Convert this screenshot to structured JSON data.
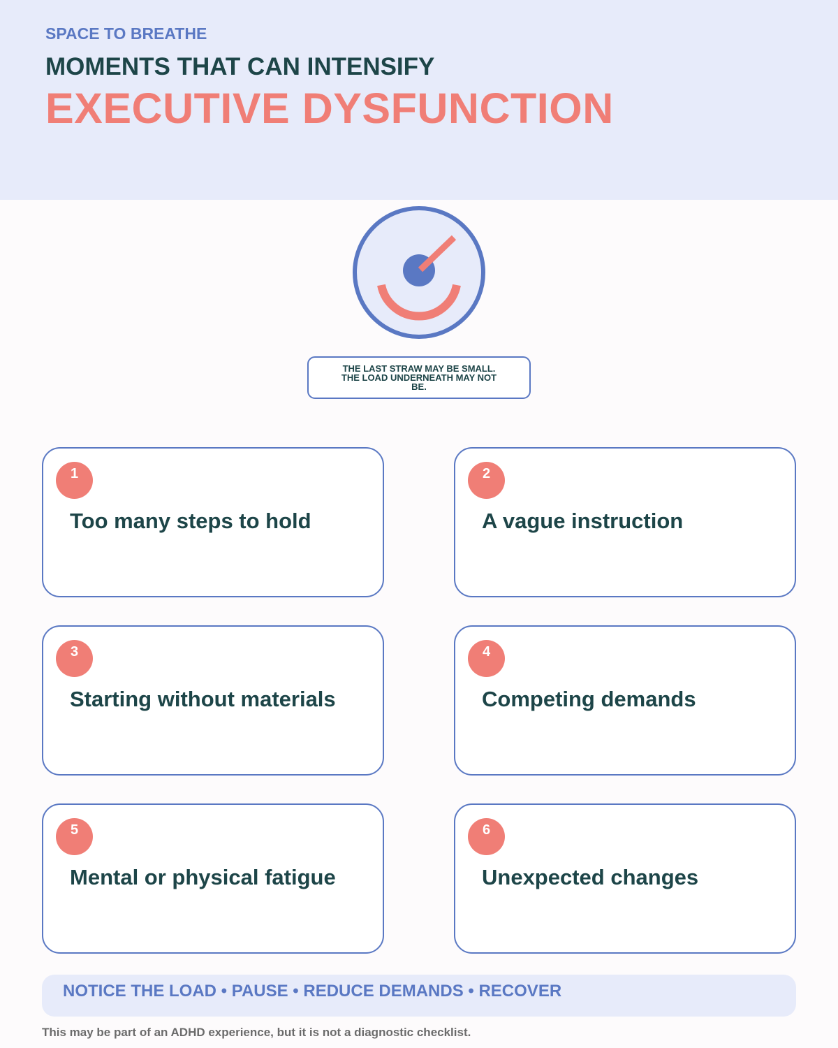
{
  "header": {
    "eyebrow": "SPACE TO BREATHE",
    "subtitle": "MOMENTS THAT CAN INTENSIFY",
    "title": "EXECUTIVE DYSFUNCTION"
  },
  "gauge": {
    "icon": "gauge-icon",
    "colors": {
      "ring": "#5a78c3",
      "fill": "#e7ebfa",
      "needle": "#f07e76",
      "hub": "#5a78c3"
    }
  },
  "callout": {
    "text": "THE LAST STRAW MAY BE SMALL. THE LOAD UNDERNEATH MAY NOT BE."
  },
  "cards": [
    {
      "number": "1",
      "label": "Too many steps to hold"
    },
    {
      "number": "2",
      "label": "A vague instruction"
    },
    {
      "number": "3",
      "label": "Starting without materials"
    },
    {
      "number": "4",
      "label": "Competing demands"
    },
    {
      "number": "5",
      "label": "Mental or physical fatigue"
    },
    {
      "number": "6",
      "label": "Unexpected changes"
    }
  ],
  "footer": {
    "steps": "NOTICE THE LOAD • PAUSE • REDUCE DEMANDS • RECOVER",
    "disclaimer": "This may be part of an ADHD experience, but it is not a diagnostic checklist."
  },
  "colors": {
    "accent": "#f07e76",
    "primary": "#5a78c3",
    "dark_text": "#1d4548",
    "header_bg": "#e7ebfa"
  }
}
